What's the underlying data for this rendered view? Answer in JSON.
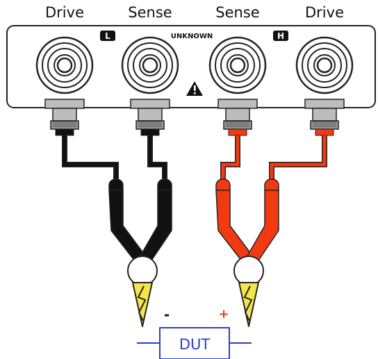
{
  "terminals": [
    {
      "label": "Drive",
      "pole": "L"
    },
    {
      "label": "Sense",
      "pole": "L"
    },
    {
      "label": "Sense",
      "pole": "H"
    },
    {
      "label": "Drive",
      "pole": "H"
    }
  ],
  "panel": {
    "badge_low": "L",
    "badge_high": "H",
    "unknown_label": "UNKNOWN",
    "warning_icon": "warning-triangle-icon"
  },
  "dut": {
    "label": "DUT",
    "minus_sign": "-",
    "plus_sign": "+"
  },
  "colors": {
    "low_lead": "#111111",
    "high_lead": "#f23a12",
    "sign_minus": "#111111",
    "sign_plus": "#e23d1a",
    "dut_box": "#2a3fd0",
    "clip_jaw": "#f3e64a"
  }
}
